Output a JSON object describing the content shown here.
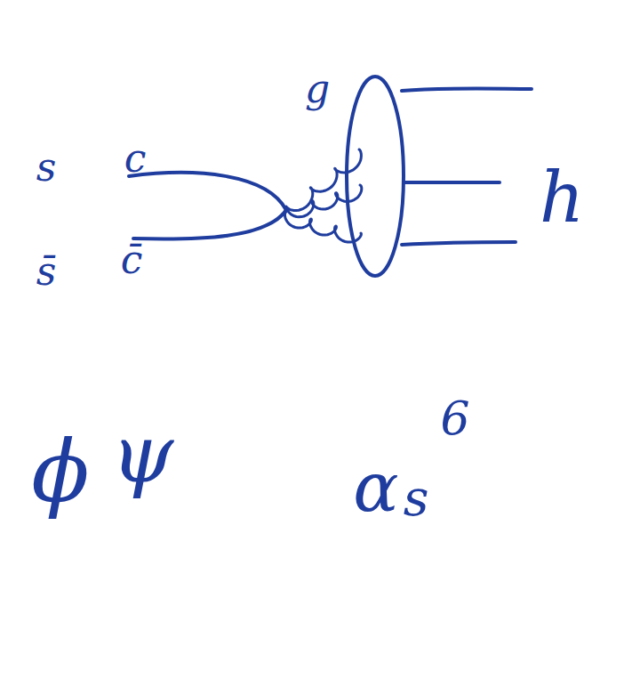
{
  "diagram": {
    "labels": [
      "s",
      "c",
      "g",
      "s̄",
      "c̄",
      "h",
      "ϕ",
      "ψ",
      "α",
      "s",
      "6"
    ]
  }
}
